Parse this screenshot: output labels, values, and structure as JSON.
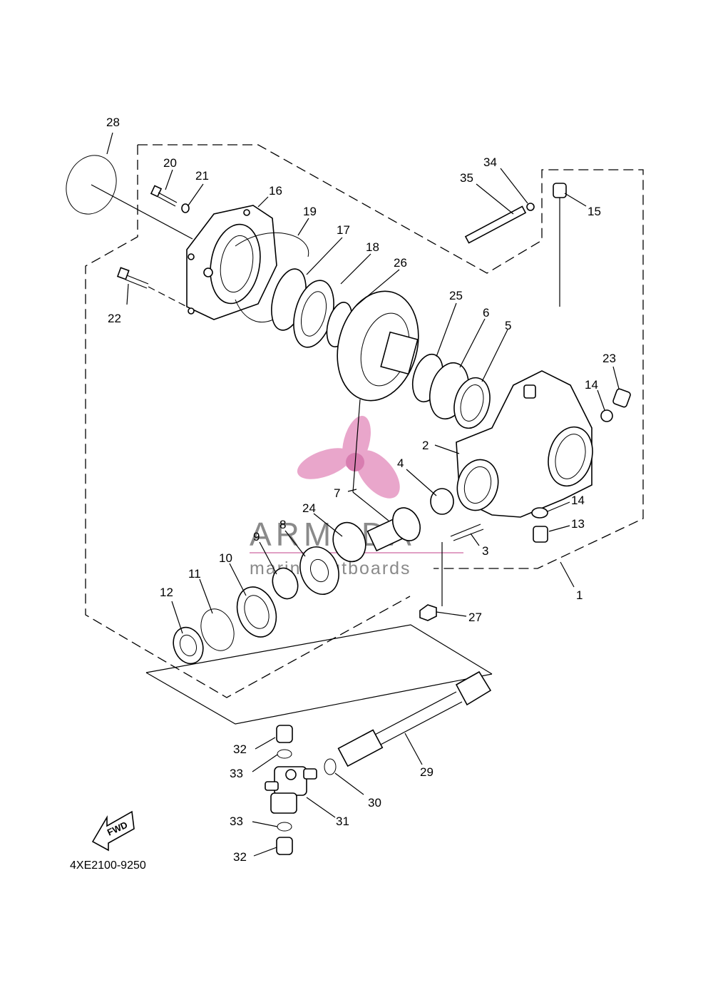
{
  "diagram": {
    "code": "4XE2100-9250",
    "fwd_label": "FWD",
    "watermark": {
      "brand": "ARMADA",
      "tagline": "marine outboards"
    },
    "parts": {
      "p1": "1",
      "p2": "2",
      "p3": "3",
      "p4": "4",
      "p5": "5",
      "p6": "6",
      "p7": "7",
      "p8": "8",
      "p9": "9",
      "p10": "10",
      "p11": "11",
      "p12": "12",
      "p13": "13",
      "p14a": "14",
      "p14b": "14",
      "p15": "15",
      "p16": "16",
      "p17": "17",
      "p18": "18",
      "p19": "19",
      "p20": "20",
      "p21": "21",
      "p22": "22",
      "p23": "23",
      "p24": "24",
      "p25": "25",
      "p26": "26",
      "p27": "27",
      "p28": "28",
      "p29": "29",
      "p30": "30",
      "p31": "31",
      "p32a": "32",
      "p32b": "32",
      "p33a": "33",
      "p33b": "33",
      "p34": "34",
      "p35": "35"
    }
  }
}
